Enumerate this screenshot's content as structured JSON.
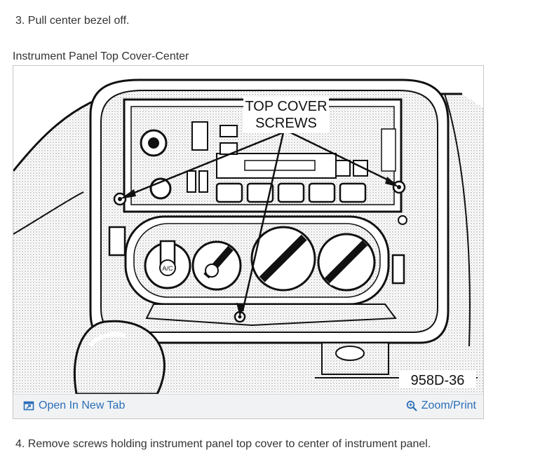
{
  "steps": {
    "step3": "3. Pull center bezel off.",
    "step4": "4. Remove screws holding instrument panel top cover to center of instrument panel."
  },
  "figure": {
    "title": "Instrument Panel Top Cover-Center",
    "callout_line1": "TOP COVER",
    "callout_line2": "SCREWS",
    "part_number": "958D-36",
    "knob_label": "A/C"
  },
  "toolbar": {
    "open_label": "Open In New Tab",
    "open_icon": "open-new-tab-icon",
    "zoom_label": "Zoom/Print",
    "zoom_icon": "magnifier-icon",
    "link_color": "#2a6eb8"
  }
}
